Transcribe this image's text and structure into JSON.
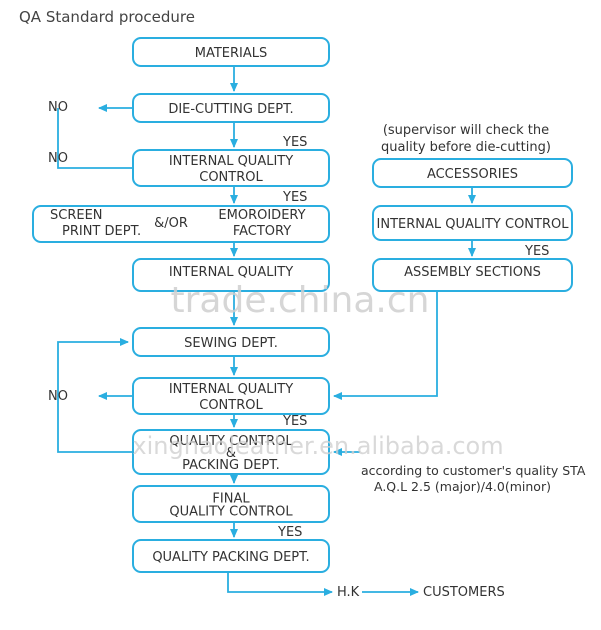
{
  "title": "QA Standard procedure",
  "colors": {
    "line": "#2aaee0",
    "text": "#333333",
    "watermark": "#cfcfcf",
    "fill": "#ffffff"
  },
  "boxes": {
    "materials": [
      "MATERIALS"
    ],
    "die_cutting": [
      "DIE-CUTTING DEPT."
    ],
    "iqc_1": [
      "INTERNAL QUALITY",
      "CONTROL"
    ],
    "screen_print": [
      "SCREEN",
      "PRINT DEPT."
    ],
    "and_or": "&/OR",
    "embroidery": [
      "EMOROIDERY",
      "FACTORY"
    ],
    "iqc_2": [
      "INTERNAL QUALITY"
    ],
    "sewing": [
      "SEWING DEPT."
    ],
    "iqc_3": [
      "INTERNAL QUALITY",
      "CONTROL"
    ],
    "qc_packing": [
      "QUALITY CONTROL",
      "&",
      "PACKING DEPT."
    ],
    "final_qc": [
      "FINAL",
      "QUALITY CONTROL"
    ],
    "quality_packing": [
      "QUALITY PACKING DEPT."
    ],
    "accessories": [
      "ACCESSORIES"
    ],
    "iqc_accessories": [
      "INTERNAL QUALITY CONTROL"
    ],
    "assembly": [
      "ASSEMBLY SECTIONS"
    ]
  },
  "labels": {
    "yes": "YES",
    "no": "NO",
    "hk": "H.K",
    "customers": "CUSTOMERS",
    "supervisor_note": [
      "(supervisor will check the",
      "quality before die-cutting)"
    ],
    "aql_note": [
      "according to customer's quality STA",
      "A.Q.L 2.5 (major)/4.0(minor)"
    ]
  },
  "watermarks": {
    "top": "trade.china.cn",
    "bottom": "xinghaoleather.en.alibaba.com"
  }
}
